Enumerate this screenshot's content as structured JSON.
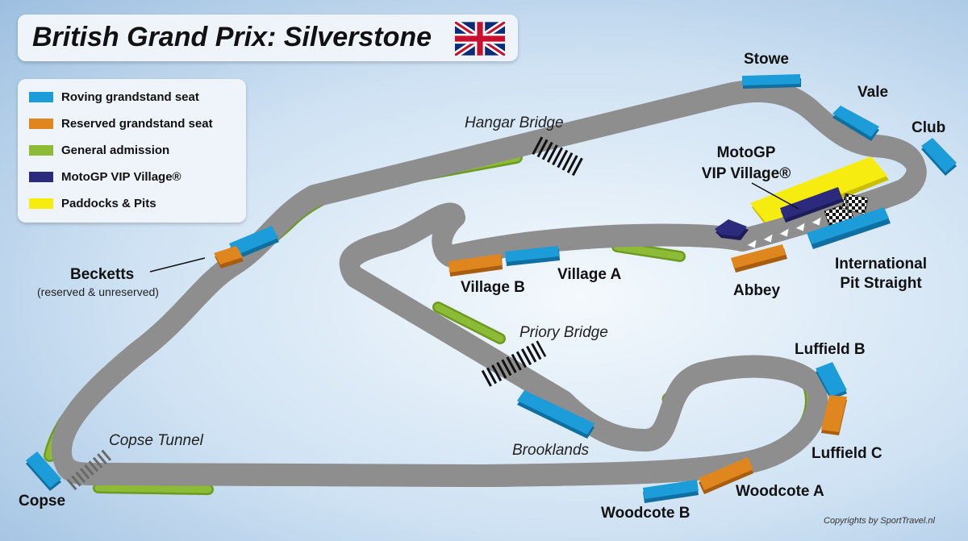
{
  "title": "British Grand Prix: Silverstone",
  "legend": [
    {
      "label": "Roving grandstand seat",
      "color": "#1c9cd8"
    },
    {
      "label": "Reserved grandstand seat",
      "color": "#e0861e"
    },
    {
      "label": "General admission",
      "color": "#8dbb35"
    },
    {
      "label": "MotoGP VIP Village®",
      "color": "#2b2a7c"
    },
    {
      "label": "Paddocks & Pits",
      "color": "#f6ec10"
    }
  ],
  "labels": {
    "stowe": "Stowe",
    "vale": "Vale",
    "club": "Club",
    "vip_village": "MotoGP\nVIP Village®",
    "international_pit_straight": "International\nPit Straight",
    "abbey": "Abbey",
    "village_a": "Village A",
    "village_b": "Village B",
    "becketts": "Becketts",
    "becketts_note": "(reserved & unreserved)",
    "hangar_bridge": "Hangar Bridge",
    "priory_bridge": "Priory Bridge",
    "brooklands": "Brooklands",
    "luffield_b": "Luffield B",
    "luffield_c": "Luffield C",
    "woodcote_a": "Woodcote A",
    "woodcote_b": "Woodcote B",
    "copse_tunnel": "Copse Tunnel",
    "copse": "Copse"
  },
  "copyright": "Copyrights by SportTravel.nl",
  "colors": {
    "track": "#b9b9b9",
    "track_edge": "#8e8e8e",
    "roving": "#1c9cd8",
    "reserved": "#e0861e",
    "general": "#8dbb35",
    "vip": "#2b2a7c",
    "paddock": "#f6ec10"
  }
}
